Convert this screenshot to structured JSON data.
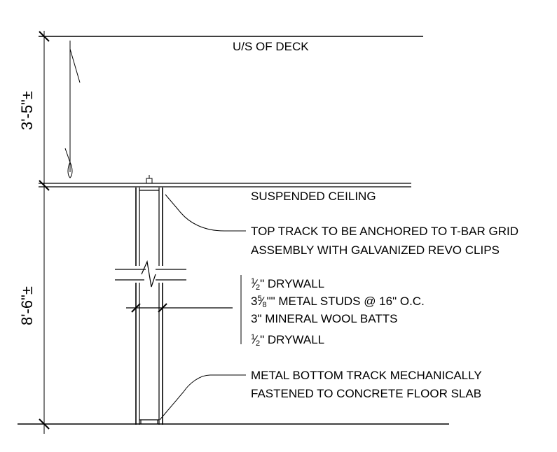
{
  "labels": {
    "deck": "U/S OF DECK",
    "ceiling": "SUSPENDED CEILING",
    "top_track_1": "TOP TRACK TO BE ANCHORED TO T-BAR GRID",
    "top_track_2": "ASSEMBLY WITH GALVANIZED REVO CLIPS",
    "drywall_1_num": "1",
    "drywall_1_den": "2",
    "drywall_1_text": "\" DRYWALL",
    "studs_whole": "3",
    "studs_num": "5",
    "studs_den": "8",
    "studs_text": "\"\" METAL STUDS @ 16\" O.C.",
    "insulation": "3\" MINERAL WOOL BATTS",
    "drywall_2_num": "1",
    "drywall_2_den": "2",
    "drywall_2_text": "\" DRYWALL",
    "bottom_track_1": "METAL BOTTOM TRACK MECHANICALLY",
    "bottom_track_2": "FASTENED TO CONCRETE FLOOR SLAB"
  },
  "dimensions": {
    "upper": "3'-5\"±",
    "lower": "8'-6\"±"
  }
}
